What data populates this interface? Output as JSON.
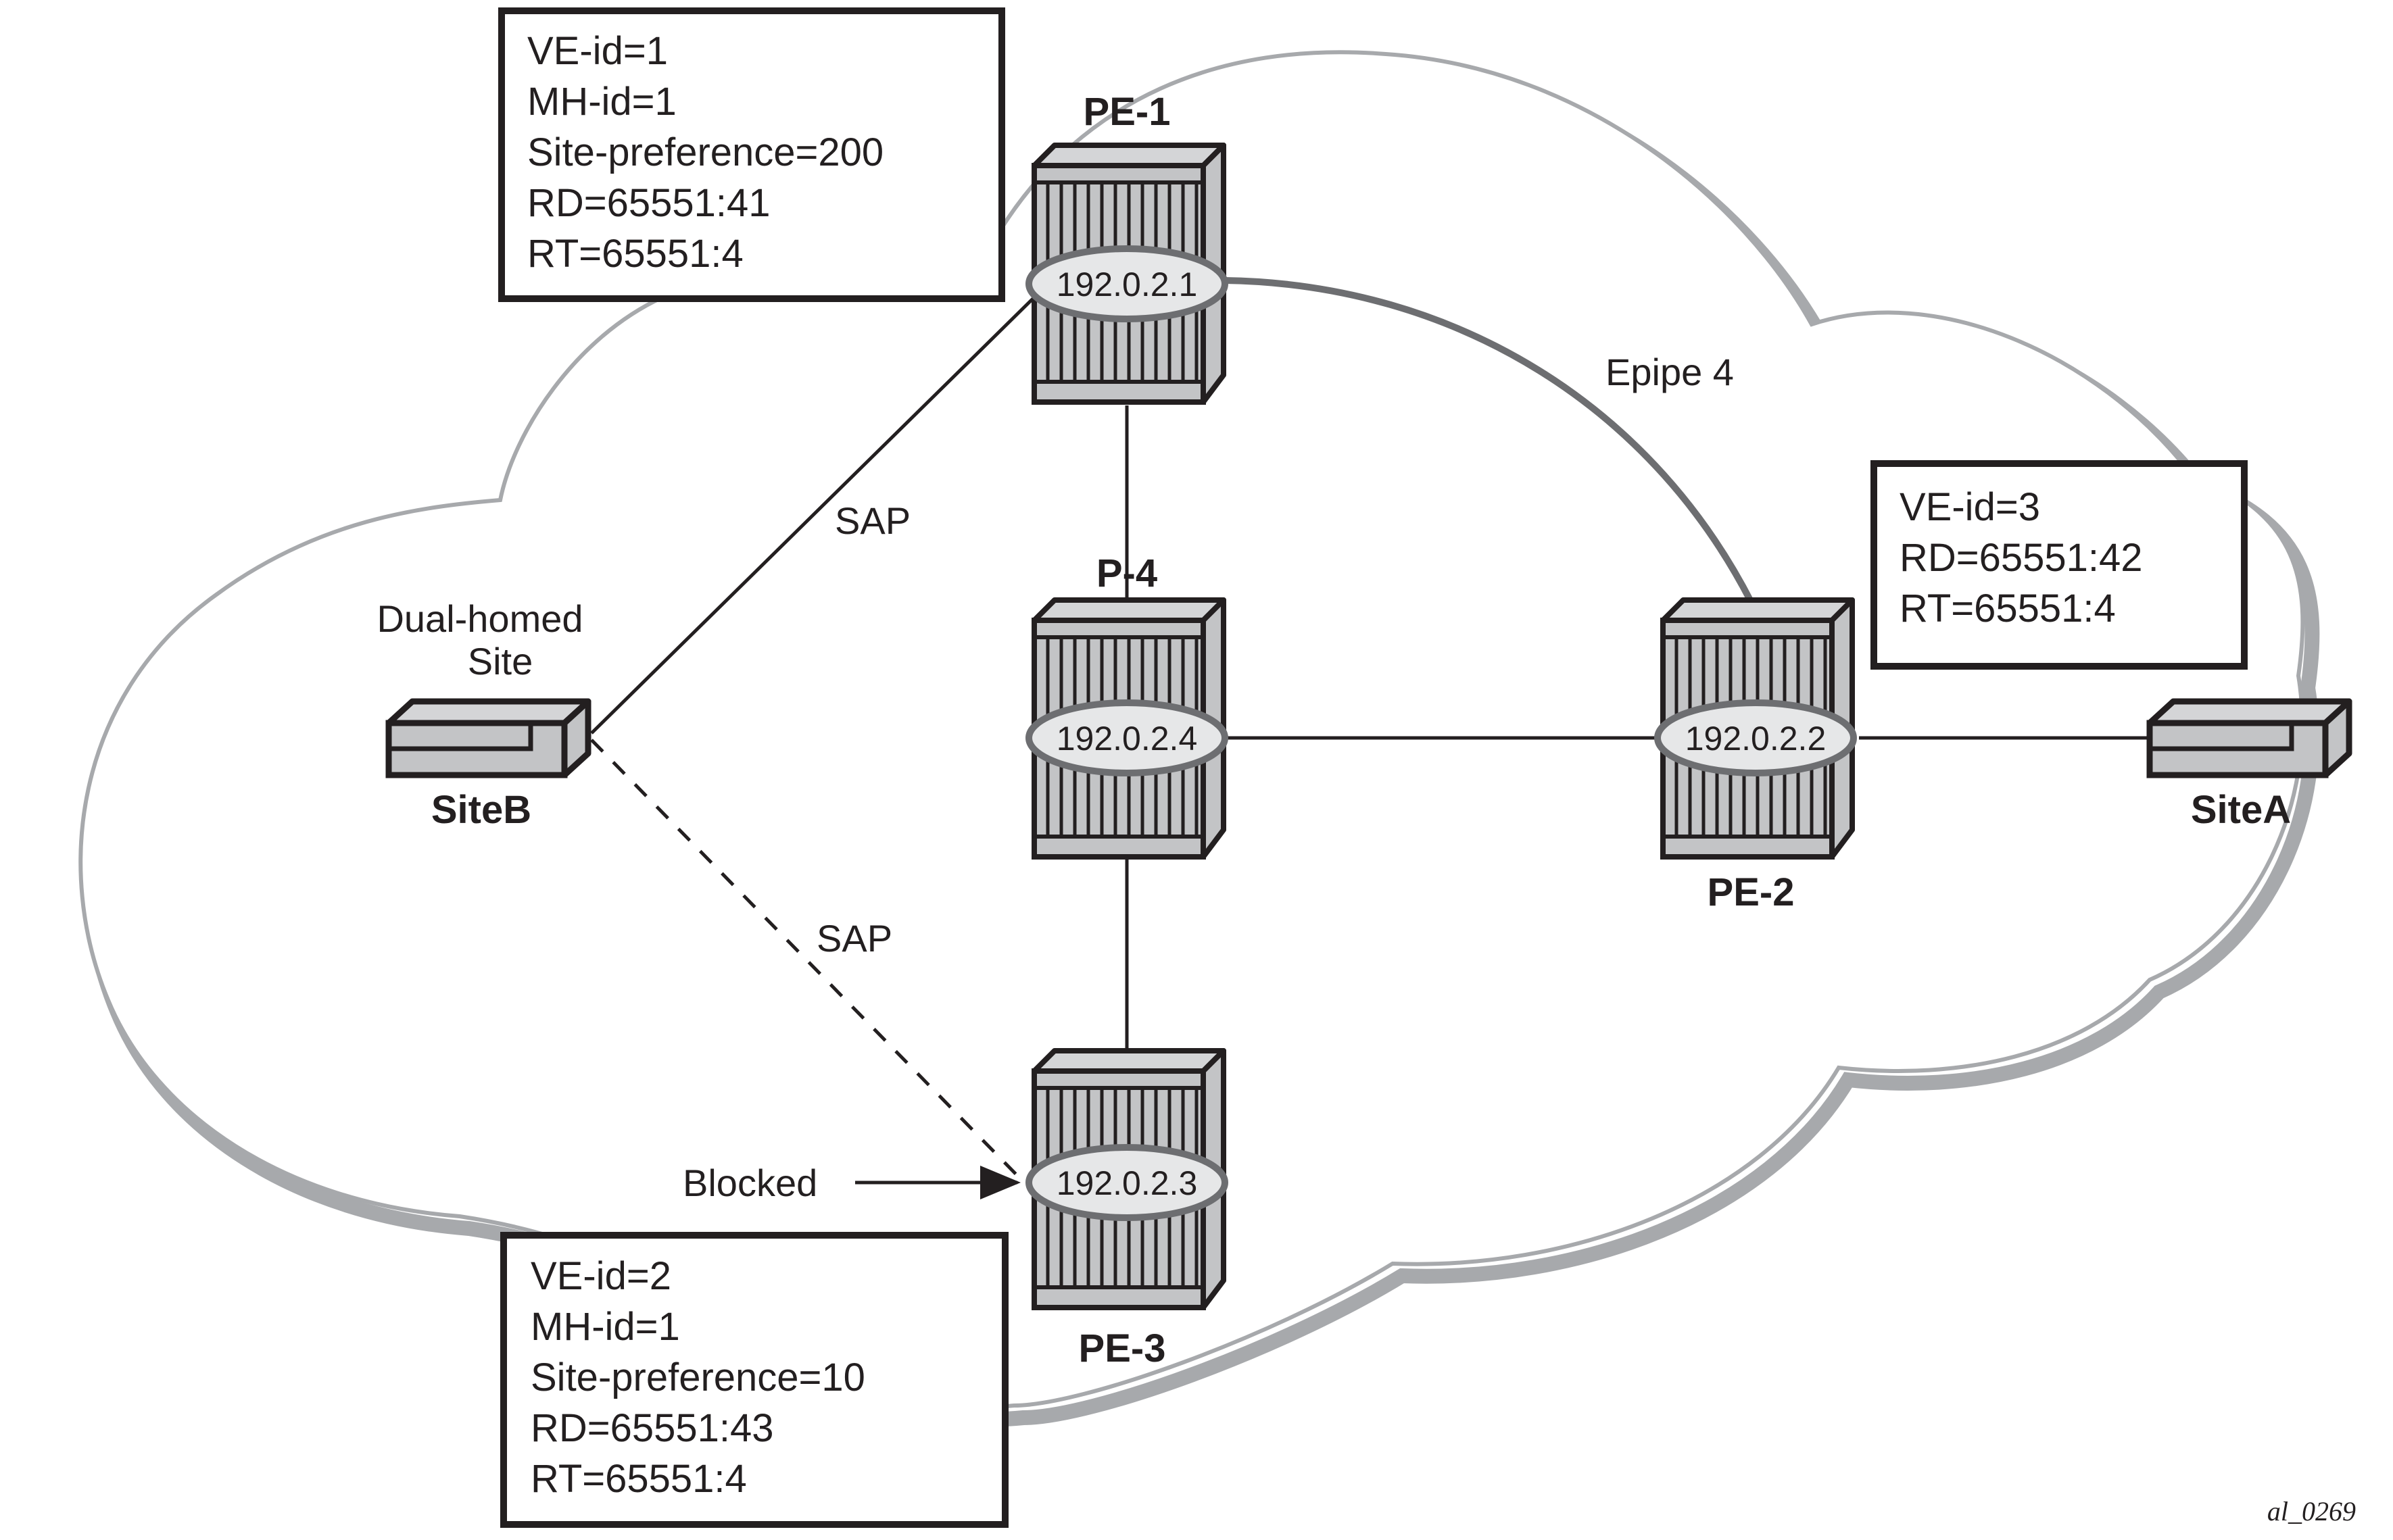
{
  "figure_id": "al_0269",
  "colors": {
    "cloud_outline": "#a7a9ac",
    "device_face": "#c3c4c6",
    "device_top": "#d4d5d7",
    "ip_oval_fill": "#e6e7e8",
    "ip_oval_stroke": "#6d6e71",
    "epipe_line": "#6d6e71",
    "ink": "#231f20"
  },
  "nodes": {
    "pe1": {
      "name": "PE-1",
      "ip": "192.0.2.1"
    },
    "p4": {
      "name": "P-4",
      "ip": "192.0.2.4"
    },
    "pe2": {
      "name": "PE-2",
      "ip": "192.0.2.2"
    },
    "pe3": {
      "name": "PE-3",
      "ip": "192.0.2.3"
    }
  },
  "sites": {
    "siteA": {
      "name": "SiteA"
    },
    "siteB": {
      "name": "SiteB",
      "caption_line1": "Dual-homed",
      "caption_line2": "Site"
    }
  },
  "info_boxes": {
    "pe1": [
      "VE-id=1",
      "MH-id=1",
      "Site-preference=200",
      "RD=65551:41",
      "RT=65551:4"
    ],
    "pe2": [
      "VE-id=3",
      "RD=65551:42",
      "RT=65551:4"
    ],
    "pe3": [
      "VE-id=2",
      "MH-id=1",
      "Site-preference=10",
      "RD=65551:43",
      "RT=65551:4"
    ]
  },
  "links": {
    "sap_active": "SAP",
    "sap_standby": "SAP",
    "epipe": "Epipe 4",
    "blocked": "Blocked"
  }
}
